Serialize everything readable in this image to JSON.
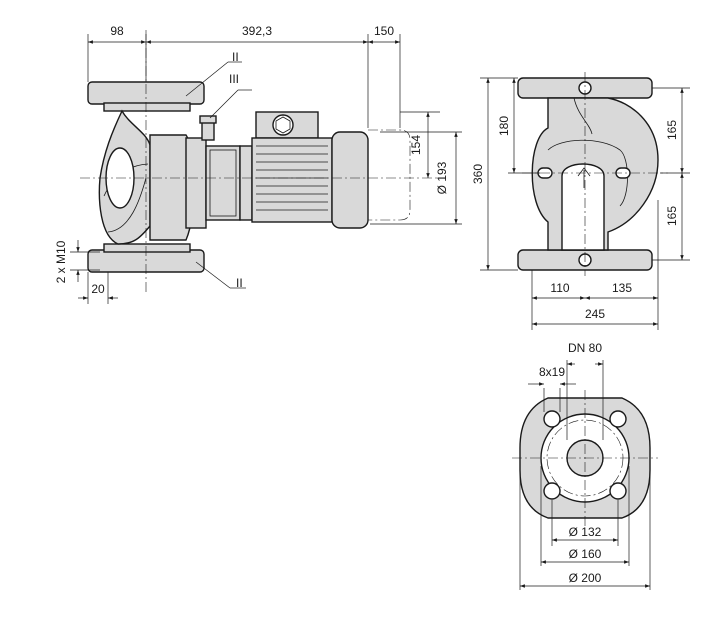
{
  "side_view": {
    "dim_flange_offset": "98",
    "dim_overall_length": "392,3",
    "dim_motor_overhang": "150",
    "dim_motor_height": "154",
    "dim_motor_diameter": "Ø 193",
    "dim_foot_thread": "2 x M10",
    "dim_foot_width": "20",
    "callout_upper": "II",
    "callout_valve": "III",
    "callout_lower": "II"
  },
  "front_view": {
    "dim_total_height": "360",
    "dim_upper_height": "180",
    "dim_right_upper": "165",
    "dim_right_lower": "165",
    "dim_width_left": "110",
    "dim_width_right": "135",
    "dim_total_width": "245"
  },
  "flange_view": {
    "dim_nominal": "DN 80",
    "dim_bolt_holes": "8x19",
    "dim_d1": "Ø 132",
    "dim_d2": "Ø 160",
    "dim_d3": "Ø 200"
  }
}
